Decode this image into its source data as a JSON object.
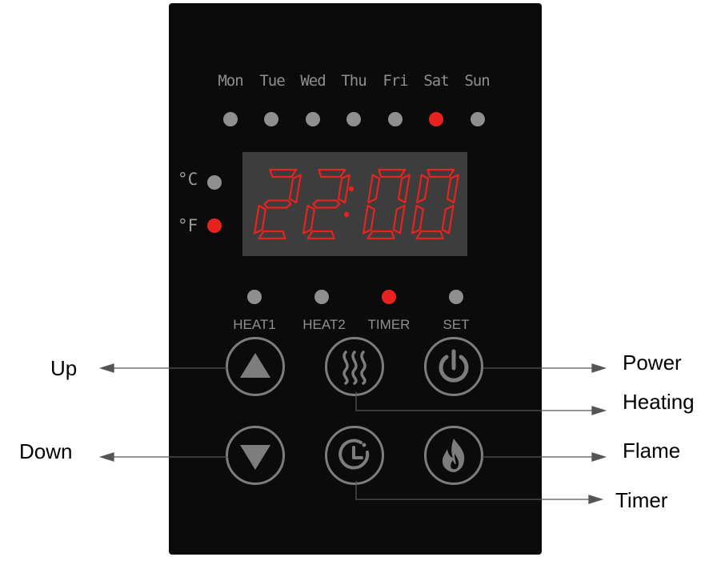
{
  "days": [
    {
      "label": "Mon",
      "active": false
    },
    {
      "label": "Tue",
      "active": false
    },
    {
      "label": "Wed",
      "active": false
    },
    {
      "label": "Thu",
      "active": false
    },
    {
      "label": "Fri",
      "active": false
    },
    {
      "label": "Sat",
      "active": true
    },
    {
      "label": "Sun",
      "active": false
    }
  ],
  "units": {
    "celsius": {
      "label": "°C",
      "active": false
    },
    "fahrenheit": {
      "label": "°F",
      "active": true
    }
  },
  "display": {
    "value": "22:00",
    "color": "#e8231f"
  },
  "modes": [
    {
      "label": "HEAT1",
      "active": false
    },
    {
      "label": "HEAT2",
      "active": false
    },
    {
      "label": "TIMER",
      "active": true
    },
    {
      "label": "SET",
      "active": false
    }
  ],
  "buttons": {
    "up": "up-arrow-icon",
    "heating": "heat-waves-icon",
    "power": "power-icon",
    "down": "down-arrow-icon",
    "timer": "clock-icon",
    "flame": "flame-icon"
  },
  "callouts": {
    "up": "Up",
    "down": "Down",
    "power": "Power",
    "heating": "Heating",
    "flame": "Flame",
    "timer": "Timer"
  },
  "colors": {
    "panel": "#0b0b0b",
    "led_on": "#e8231f",
    "led_off": "#8f8f8f",
    "display_bg": "#3d3d3d"
  }
}
